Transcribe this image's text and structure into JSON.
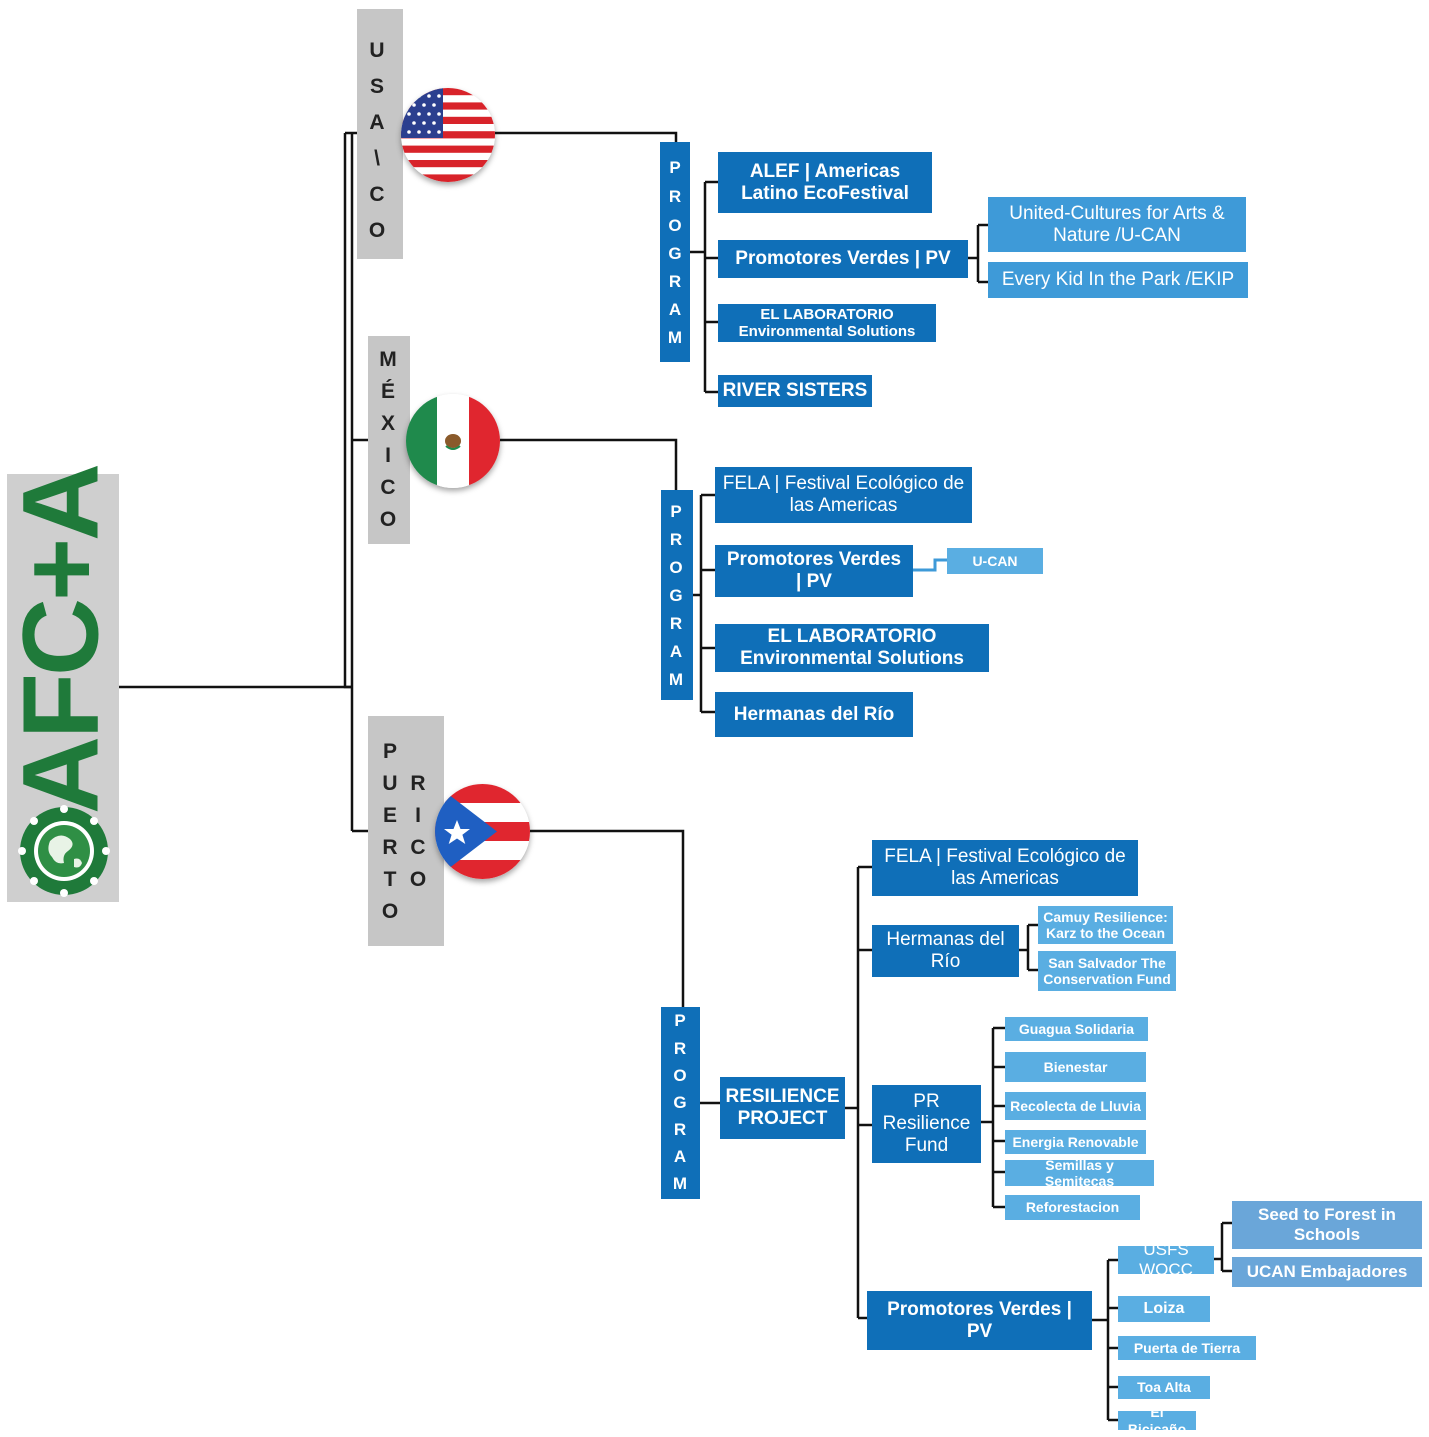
{
  "logo": {
    "text": "AFC+A",
    "color": "#1f7a3a"
  },
  "colors": {
    "primary": "#0f6fb8",
    "secondary": "#3e9ad8",
    "tertiary": "#5aaee2",
    "panel": "#c6c6c6"
  },
  "regions": {
    "usa": {
      "letters": [
        "U",
        "S",
        "A",
        "\\",
        "C",
        "O"
      ],
      "flag": "usa-flag-icon"
    },
    "mexico": {
      "letters": [
        "M",
        "É",
        "X",
        "I",
        "C",
        "O"
      ],
      "flag": "mexico-flag-icon"
    },
    "pr": {
      "col1": [
        "P",
        "U",
        "E",
        "R",
        "T",
        "O"
      ],
      "col2": [
        "R",
        "I",
        "C",
        "O"
      ],
      "flag": "puerto-rico-flag-icon"
    }
  },
  "program_letters": [
    "P",
    "R",
    "O",
    "G",
    "R",
    "A",
    "M"
  ],
  "usa_programs": {
    "alef": "ALEF | Americas\nLatino EcoFestival",
    "pv": "Promotores  Verdes | PV",
    "ucan": "United-Cultures for Arts &\nNature /U-CAN",
    "ekip": "Every Kid In the Park /EKIP",
    "lab": "EL LABORATORIO\nEnvironmental Solutions",
    "river": "RIVER SISTERS"
  },
  "mexico_programs": {
    "fela": "FELA | Festival Ecológico de\nlas Americas",
    "pv": "Promotores  Verdes\n| PV",
    "ucan": "U-CAN",
    "lab": "EL LABORATORIO\nEnvironmental Solutions",
    "hermanas": "Hermanas del Río"
  },
  "pr_programs": {
    "resilience": "RESILIENCE\nPROJECT",
    "fela": "FELA | Festival Ecológico de\nlas Americas",
    "hermanas": "Hermanas del\nRío",
    "camuy": "Camuy Resilience:\nKarz to the Ocean",
    "sansalvador": "San Salvador The\nConservation Fund",
    "prfund": "PR\nResilience\nFund",
    "fund_items": [
      "Guagua Solidaria",
      "Bienestar",
      "Recolecta de Lluvia",
      "Energia  Renovable",
      "Semillas y Semitecas",
      "Reforestacion"
    ],
    "pv": "Promotores  Verdes |\nPV",
    "usfs": "USFS WOCC",
    "seed": "Seed to Forest in\nSchools",
    "ucan_emb": "UCAN Embajadores",
    "pv_items": [
      "Loiza",
      "Puerta de Tierra",
      "Toa Alta",
      "El Bicicaño"
    ]
  }
}
